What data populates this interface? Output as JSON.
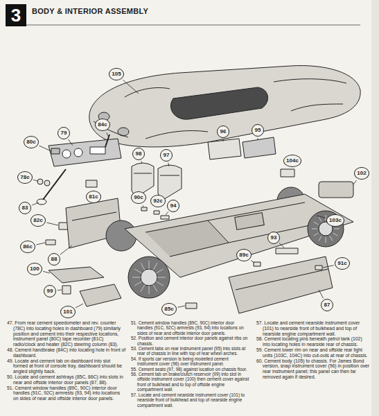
{
  "diagram": {
    "title": "BODY & INTERIOR ASSEMBLY",
    "labels": [
      "3",
      "105",
      "80c",
      "79",
      "84c",
      "98",
      "97",
      "96",
      "95",
      "104c",
      "78c",
      "83",
      "81c",
      "82c",
      "90c",
      "92c",
      "94",
      "102",
      "103c",
      "86c",
      "88",
      "100",
      "99",
      "101",
      "93",
      "89c",
      "91c",
      "85c",
      "87",
      "47. From rear cement speedometer and rev. counter (78C) into locating holes in dashboard (79) similarly position and cement into their respective locations, instrument panel (80C) tape recorder (81C) radio/clock and heater (82C) steering column (83).",
      "48. Cement handbrake (84C) into locating hole in front of dashboard.",
      "49. Locate and cement tab on dashboard into slot formed at front of console tray, dashboard should be angled slightly back.",
      "50. Locate and cement ashtrays (85C, 86C) into slots in near and offside interior door panels (87, 88).",
      "51. Cement window handles (89C, 90C) interior door handles (91C, 92C) armrests (93, 94) into locations on sides of near and offside interior door panels.",
      "52. Position and cement interior door panels against ribs on chassis.",
      "53. Cement tabs on rear instrument panel (95) into slots at rear of chassis in line with top of rear wheel arches.",
      "54. If sports car version is being modelled cement instrument cover (96) over instrument panel.",
      "55. Cement seats (97, 98) against location on chassis floor.",
      "56. Cement tab on brake/clutch reservoir (99) into slot in offside instrument cover (100) then cement cover against front of bulkhead and to top of offside engine compartment wall.",
      "57. Locate and cement nearside instrument cover (101) to nearside front of bulkhead and top of nearside engine compartment wall.",
      "58. Cement locating pins beneath petrol tank (102) into locating holes in nearside rear of chassis.",
      "59. Cement lower rim on near and offside rear light units (103C, 104C) into cut-outs at rear of chassis.",
      "60. Cement body (105) to chassis. For James Bond version, snap instrument cover (96) in position over rear instrument panel; this panel can then be removed again if desired."
    ]
  }
}
